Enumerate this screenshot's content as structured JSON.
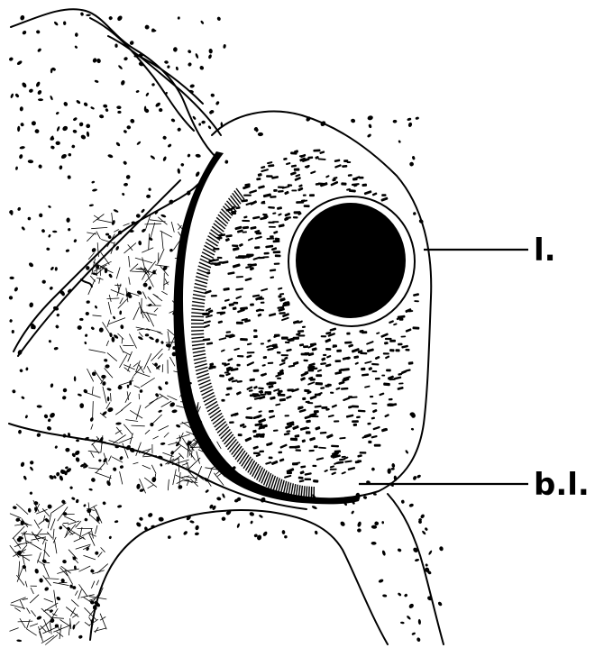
{
  "labels": [
    {
      "id": "lens",
      "text": "l."
    },
    {
      "id": "basal_lamina",
      "text": "b.l."
    }
  ],
  "colors": {
    "ink": "#000000",
    "paper": "#ffffff"
  }
}
